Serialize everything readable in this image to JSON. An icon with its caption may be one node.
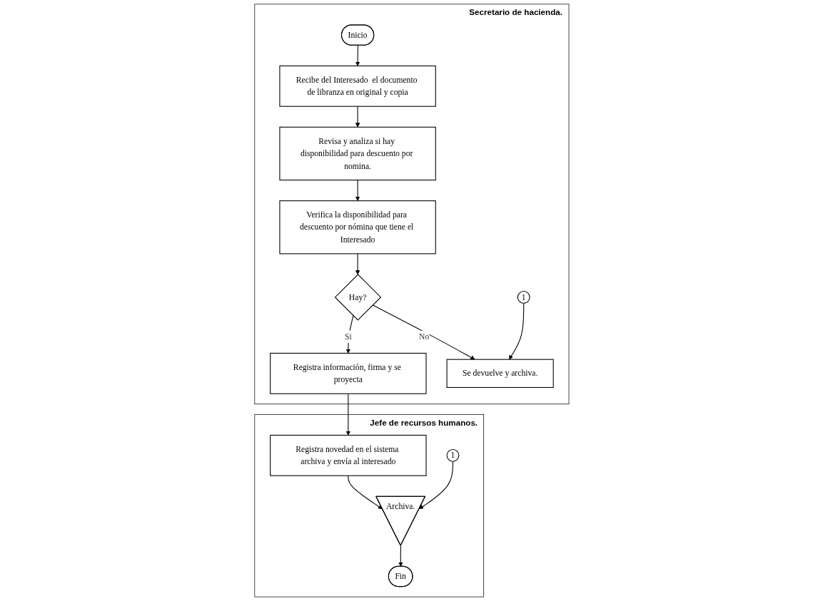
{
  "diagram": {
    "nodes": [
      {
        "text": [
          "Jefe de recursos humanos."
        ]
      },
      {
        "text": [
          "Secretario  de hacienda."
        ]
      },
      {
        "text": [
          "Inicio"
        ],
        "in": 1
      },
      {
        "text": [
          "Recibe del Interesado  el documento de libranza en original y copia"
        ],
        "in": 1
      },
      {
        "text": [
          "Revisa y analiza si hay disponibilidad para descuento por nomina."
        ],
        "in": 1
      },
      {
        "text": [
          "Verifica la disponibilidad para descuento por nómina que tiene el Interesado"
        ],
        "in": 1
      },
      {
        "text": [
          "Hay?"
        ],
        "in": 1
      },
      {
        "text": [
          "Registra información, firma y se proyecta"
        ],
        "in": 1
      },
      {
        "text": [
          "Se devuelve y archiva."
        ],
        "in": 1
      },
      {
        "text": [
          "1"
        ],
        "in": 1
      },
      {
        "text": [
          "Registra novedad en el sistema archiva y envía al interesado"
        ],
        "in": 0
      },
      {
        "text": [
          "Archiva."
        ],
        "in": 0
      },
      {
        "text": [
          "1"
        ],
        "in": 0
      },
      {
        "text": [
          "Fin"
        ],
        "in": 0
      }
    ],
    "edges": [
      {
        "from": 2,
        "to": 3,
        "arrow": "to"
      },
      {
        "from": 3,
        "to": 4,
        "arrow": "to"
      },
      {
        "from": 4,
        "to": 5,
        "arrow": "to"
      },
      {
        "from": 5,
        "to": 6,
        "arrow": "to"
      },
      {
        "from": 6,
        "to": 7,
        "arrow": "to",
        "label": "Si"
      },
      {
        "from": 6,
        "to": 8,
        "arrow": "to",
        "label": "No"
      },
      {
        "from": 9,
        "to": 8,
        "arrow": "to"
      },
      {
        "from": 7,
        "to": 10,
        "arrow": "to"
      },
      {
        "from": 10,
        "to": 11,
        "arrow": "to"
      },
      {
        "from": 12,
        "to": 11,
        "arrow": "to"
      },
      {
        "from": 11,
        "to": 13,
        "arrow": "to"
      }
    ]
  }
}
